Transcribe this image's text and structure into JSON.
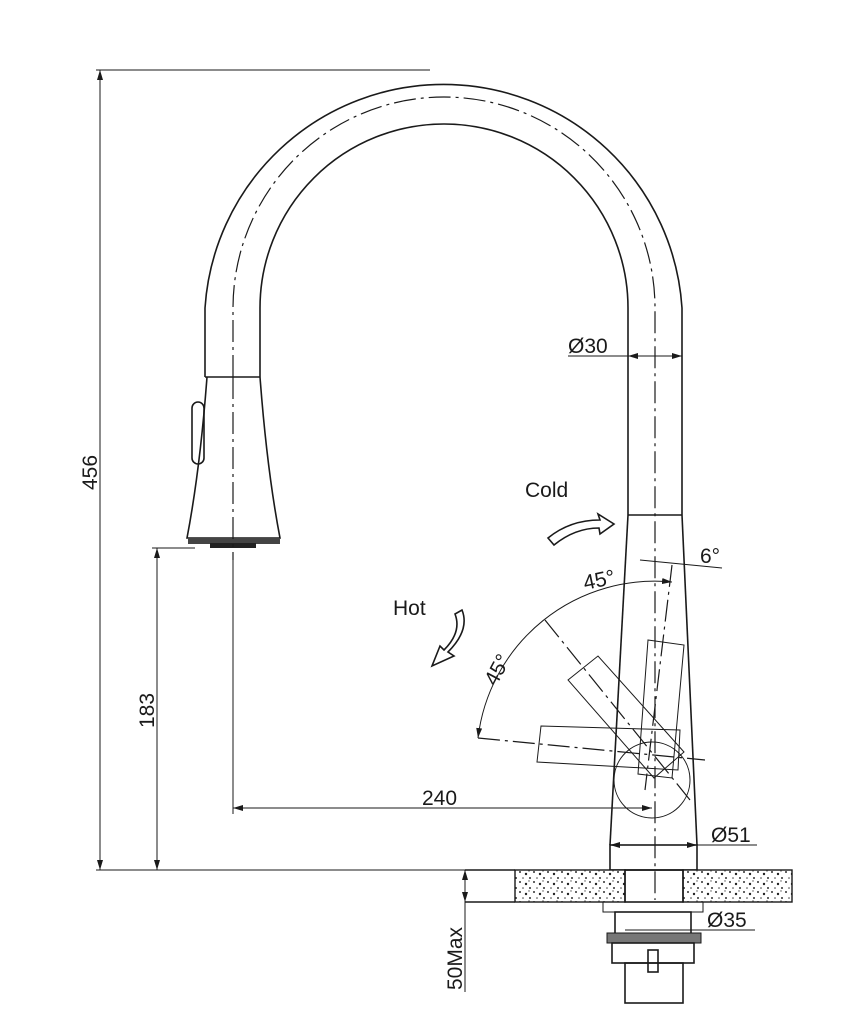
{
  "drawing": {
    "dimensions": {
      "total_height": "456",
      "spray_height": "183",
      "reach": "240",
      "spout_diameter": "Ø30",
      "base_diameter": "Ø51",
      "shank_diameter": "Ø35",
      "max_counter_thickness": "50Max"
    },
    "labels": {
      "cold": "Cold",
      "hot": "Hot",
      "angle_cold": "45°",
      "angle_hot": "45°",
      "angle_tilt": "6°"
    }
  }
}
